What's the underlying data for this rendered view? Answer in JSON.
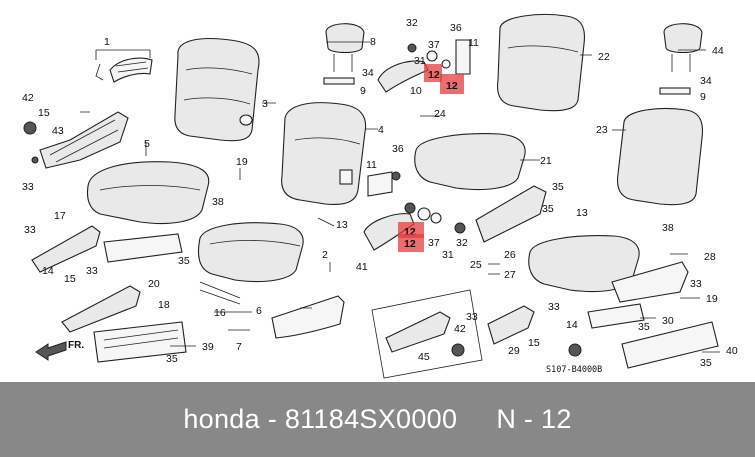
{
  "diagram": {
    "diagram_code": "S107-B4000B",
    "direction_label": "FR.",
    "part_labels": {
      "p1": "1",
      "p2": "2",
      "p3": "3",
      "p4": "4",
      "p5": "5",
      "p6": "6",
      "p7": "7",
      "p8": "8",
      "p9a": "9",
      "p9b": "9",
      "p10": "10",
      "p11a": "11",
      "p11b": "11",
      "p13a": "13",
      "p13b": "13",
      "p14a": "14",
      "p14b": "14",
      "p15a": "15",
      "p15b": "15",
      "p15c": "15",
      "p16": "16",
      "p17": "17",
      "p18": "18",
      "p19a": "19",
      "p19b": "19",
      "p20": "20",
      "p21": "21",
      "p22": "22",
      "p23": "23",
      "p24": "24",
      "p25": "25",
      "p26": "26",
      "p27": "27",
      "p28": "28",
      "p29": "29",
      "p30": "30",
      "p31a": "31",
      "p31b": "31",
      "p32a": "32",
      "p32b": "32",
      "p33a": "33",
      "p33b": "33",
      "p33c": "33",
      "p33d": "33",
      "p33e": "33",
      "p33f": "33",
      "p34a": "34",
      "p34b": "34",
      "p35a": "35",
      "p35b": "35",
      "p35c": "35",
      "p35d": "35",
      "p35e": "35",
      "p35f": "35",
      "p36a": "36",
      "p36b": "36",
      "p37a": "37",
      "p37b": "37",
      "p38a": "38",
      "p38b": "38",
      "p39": "39",
      "p40": "40",
      "p41": "41",
      "p42a": "42",
      "p42b": "42",
      "p43": "43",
      "p44": "44",
      "p45": "45"
    },
    "highlighted_labels": {
      "h1": "12",
      "h2": "12",
      "h3": "12",
      "h4": "12"
    },
    "highlight_color": "#e63c3c"
  },
  "footer": {
    "brand": "honda",
    "part_number": "81184SX0000",
    "position_label": "N - 12",
    "background_color": "#888888"
  }
}
